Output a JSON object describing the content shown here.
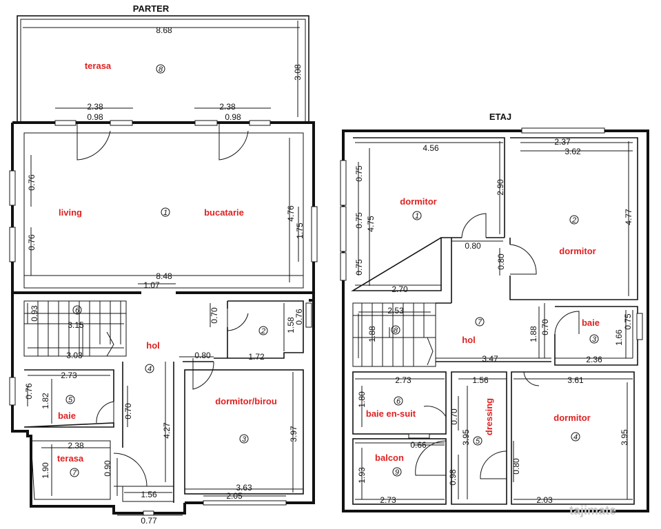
{
  "titles": {
    "ground": "PARTER",
    "upper": "ETAJ"
  },
  "watermark": "tajimate",
  "ground": {
    "rooms": {
      "terasa_top": "terasa",
      "living": "living",
      "bucatarie": "bucatarie",
      "hol": "hol",
      "baie": "baie",
      "dormitor_birou": "dormitor/birou",
      "terasa_bottom": "terasa"
    },
    "nums": {
      "n8": "8",
      "n1": "1",
      "n6": "6",
      "n2": "2",
      "n4": "4",
      "n5": "5",
      "n3": "3",
      "n7": "7"
    },
    "dims": {
      "d868": "8.68",
      "d308": "3.08",
      "d238a": "2.38",
      "d098a": "0.98",
      "d238b": "2.38",
      "d098b": "0.98",
      "d076a": "0.76",
      "d076b": "0.76",
      "d476": "4.76",
      "d175": "1.75",
      "d848": "8.48",
      "d107": "1.07",
      "d093": "0.93",
      "d315": "3.15",
      "d303": "3.03",
      "d070a": "0.70",
      "d158": "1.58",
      "d076c": "0.76",
      "d080": "0.80",
      "d172": "1.72",
      "d273": "2.73",
      "d076d": "0.76",
      "d182": "1.82",
      "d070b": "0.70",
      "d427": "4.27",
      "d397": "3.97",
      "d238c": "2.38",
      "d190": "1.90",
      "d090": "0.90",
      "d156": "1.56",
      "d363": "3.63",
      "d205": "2.05",
      "d077": "0.77"
    }
  },
  "upper": {
    "rooms": {
      "dormitor1": "dormitor",
      "dormitor2": "dormitor",
      "baie": "baie",
      "hol": "hol",
      "baie_ensuit": "baie en-suit",
      "dressing": "dressing",
      "dormitor4": "dormitor",
      "balcon": "balcon"
    },
    "nums": {
      "n1": "1",
      "n2": "2",
      "n3": "3",
      "n7": "7",
      "n8": "8",
      "n6": "6",
      "n5": "5",
      "n4": "4",
      "n9": "9"
    },
    "dims": {
      "d456": "4.56",
      "d290": "2.90",
      "d237": "2.37",
      "d362": "3.62",
      "d075a": "0.75",
      "d475": "4.75",
      "d075b": "0.75",
      "d075c": "0.75",
      "d477": "4.77",
      "d080a": "0.80",
      "d080b": "0.80",
      "d270": "2.70",
      "d253": "2.53",
      "d188a": "1.88",
      "d188b": "1.88",
      "d070a": "0.70",
      "d166": "1.66",
      "d075d": "0.75",
      "d347": "3.47",
      "d236": "2.36",
      "d273a": "2.73",
      "d156": "1.56",
      "d361": "3.61",
      "d180": "1.80",
      "d070b": "0.70",
      "d395a": "3.95",
      "d066": "0.66",
      "d395b": "3.95",
      "d193": "1.93",
      "d098": "0.98",
      "d080c": "0.80",
      "d273b": "2.73",
      "d203": "2.03"
    }
  }
}
